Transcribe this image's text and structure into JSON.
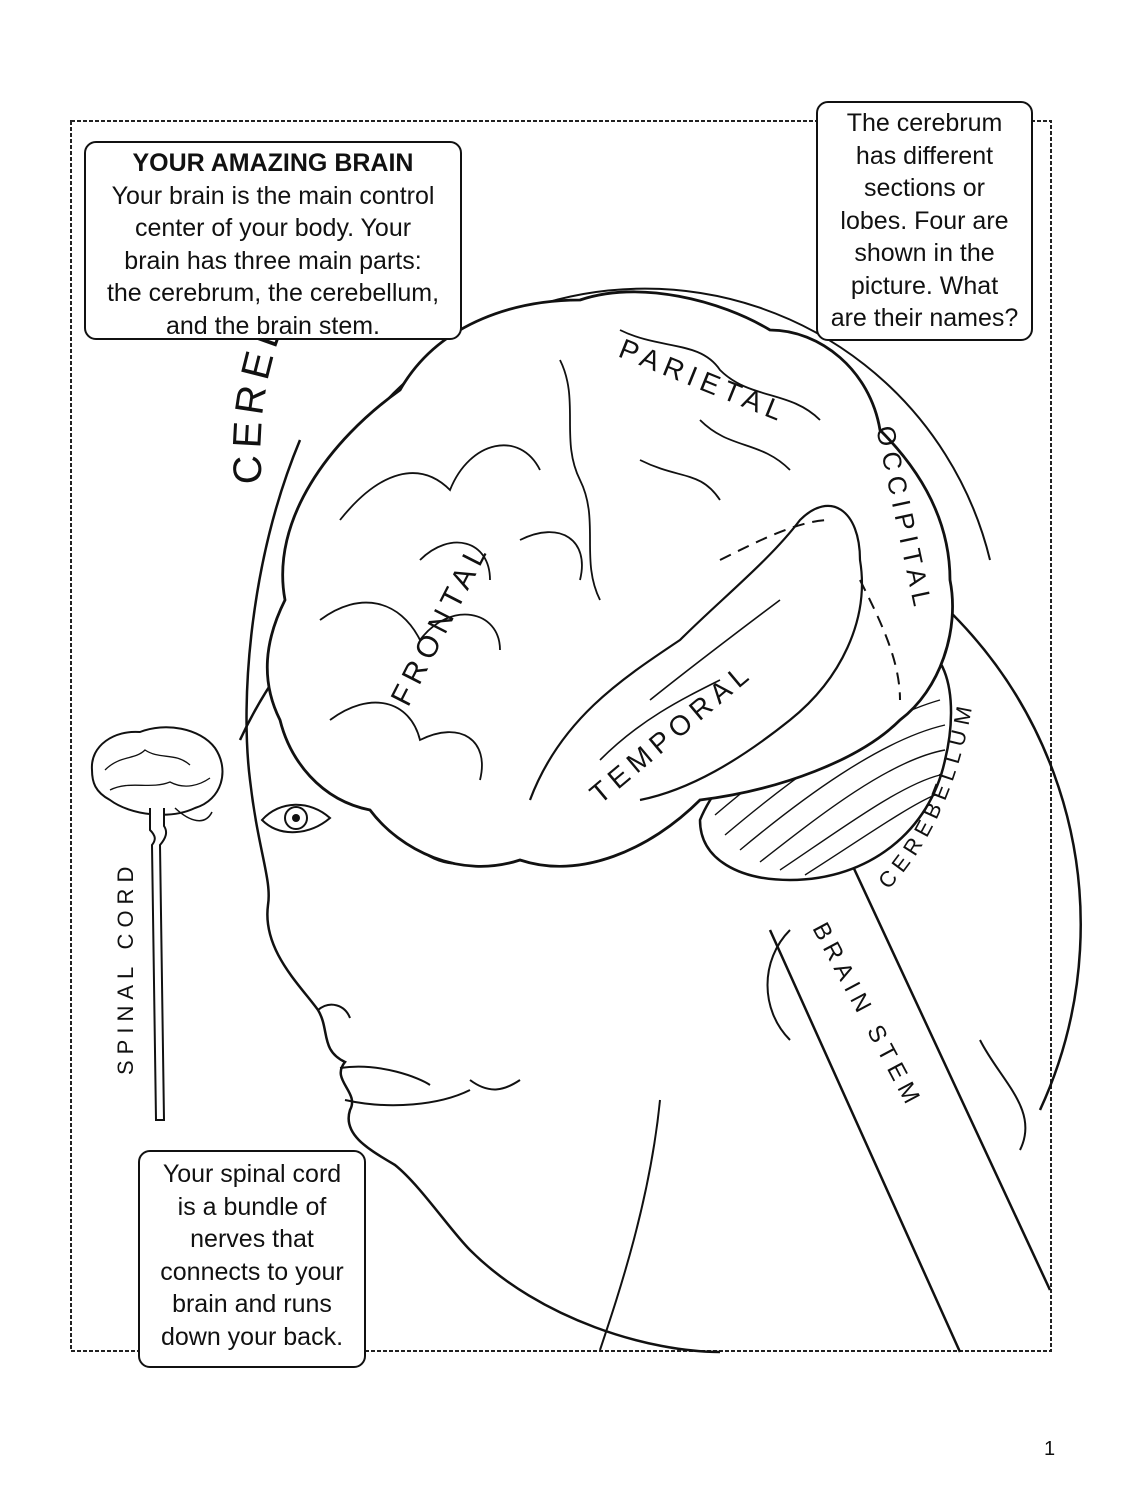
{
  "title_box": {
    "title": "YOUR AMAZING BRAIN",
    "lines": [
      "Your brain is the main control",
      "center of your body. Your",
      "brain has three main parts:",
      "the cerebrum, the cerebellum,",
      "and the brain stem."
    ]
  },
  "lobes_box": {
    "lines": [
      "The cerebrum",
      "has different",
      "sections or",
      "lobes. Four are",
      "shown in the",
      "picture. What",
      "are their names?"
    ]
  },
  "spinal_box": {
    "lines": [
      "Your spinal cord",
      "is a bundle of",
      "nerves that",
      "connects to your",
      "brain and runs",
      "down your back."
    ]
  },
  "labels": {
    "cerebrum": "CEREBRUM",
    "parietal": "PARIETAL",
    "occipital": "OCCIPITAL",
    "frontal": "FRONTAL",
    "temporal": "TEMPORAL",
    "cerebellum": "CEREBELLUM",
    "brain_stem": "BRAIN STEM",
    "spinal_cord": "SPINAL CORD"
  },
  "page_number": "1"
}
